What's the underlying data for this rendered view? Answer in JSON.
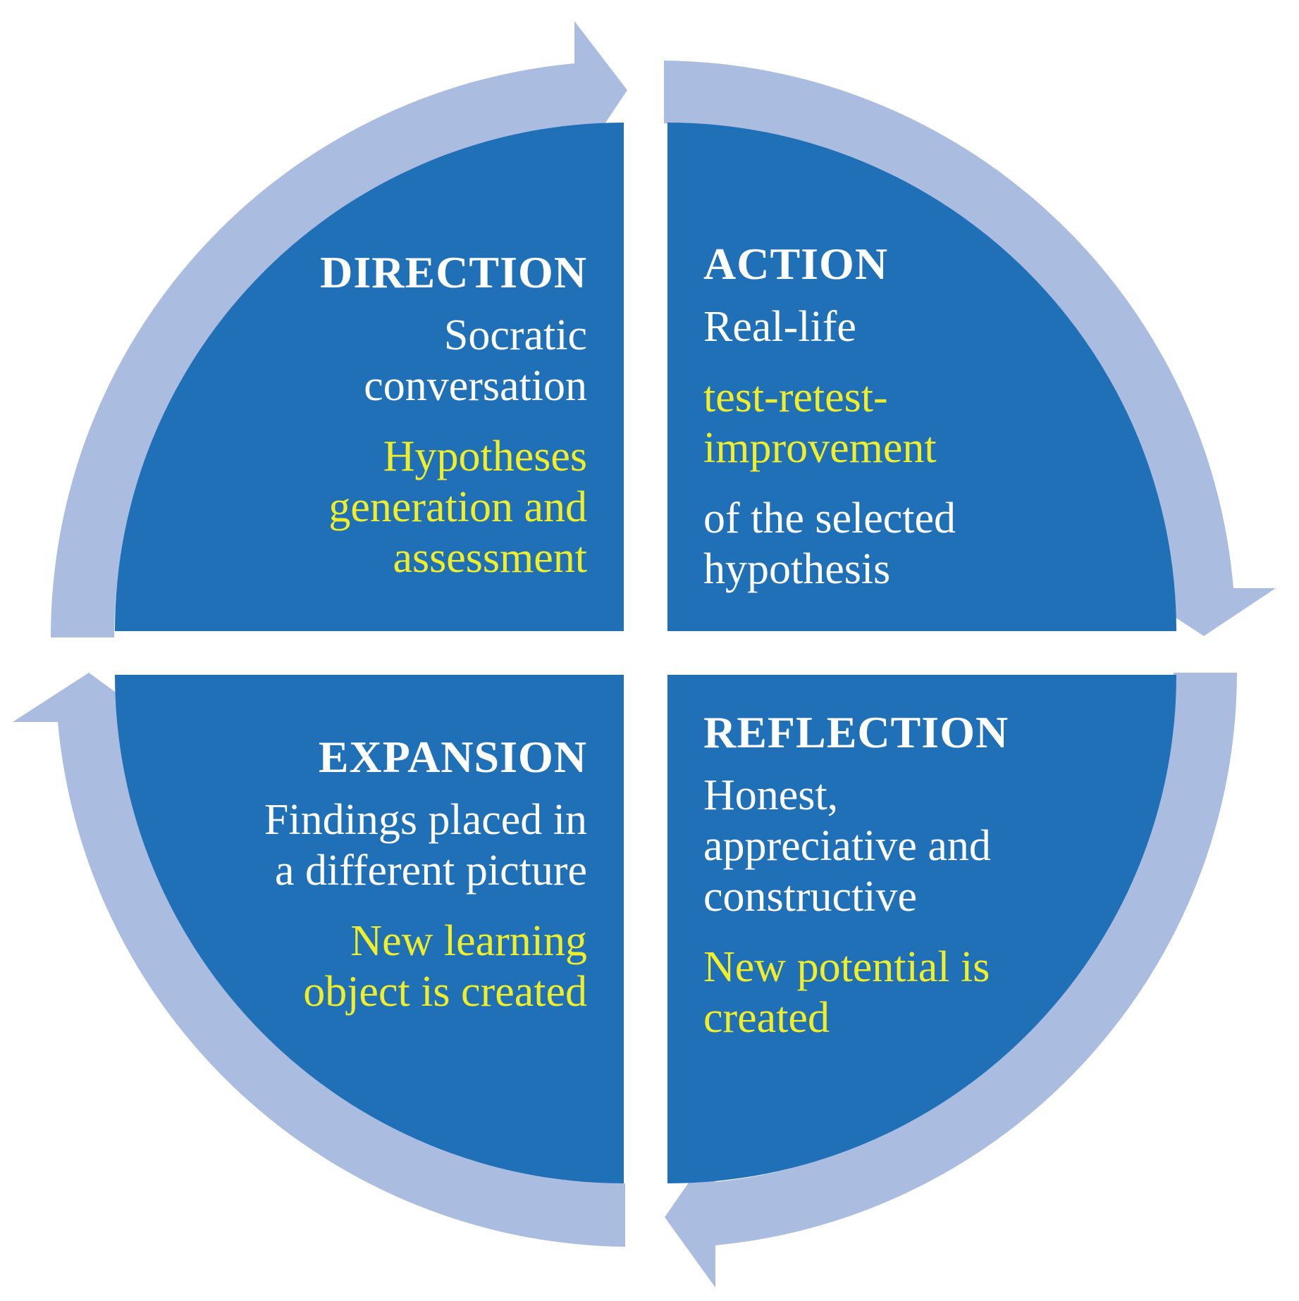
{
  "colors": {
    "quadrant_fill": "#2070b8",
    "ring_arrow": "#aabcdf",
    "title_text": "#ffffff",
    "body_text": "#ffffff",
    "highlight_text": "#f0ee28"
  },
  "quadrants": {
    "direction": {
      "title": "DIRECTION",
      "white_lines": [
        "Socratic",
        "conversation"
      ],
      "yellow_lines": [
        "Hypotheses",
        "generation and",
        "assessment"
      ]
    },
    "action": {
      "title": "ACTION",
      "white_lines_top": [
        "Real-life"
      ],
      "yellow_lines": [
        "test-retest-",
        "improvement"
      ],
      "white_lines_bottom": [
        "of the selected",
        "hypothesis"
      ]
    },
    "expansion": {
      "title": "EXPANSION",
      "white_lines": [
        "Findings placed in",
        "a different picture"
      ],
      "yellow_lines": [
        "New learning",
        "object is created"
      ]
    },
    "reflection": {
      "title": "REFLECTION",
      "white_lines": [
        "Honest,",
        "appreciative and",
        "constructive"
      ],
      "yellow_lines": [
        "New potential is",
        "created"
      ]
    }
  }
}
